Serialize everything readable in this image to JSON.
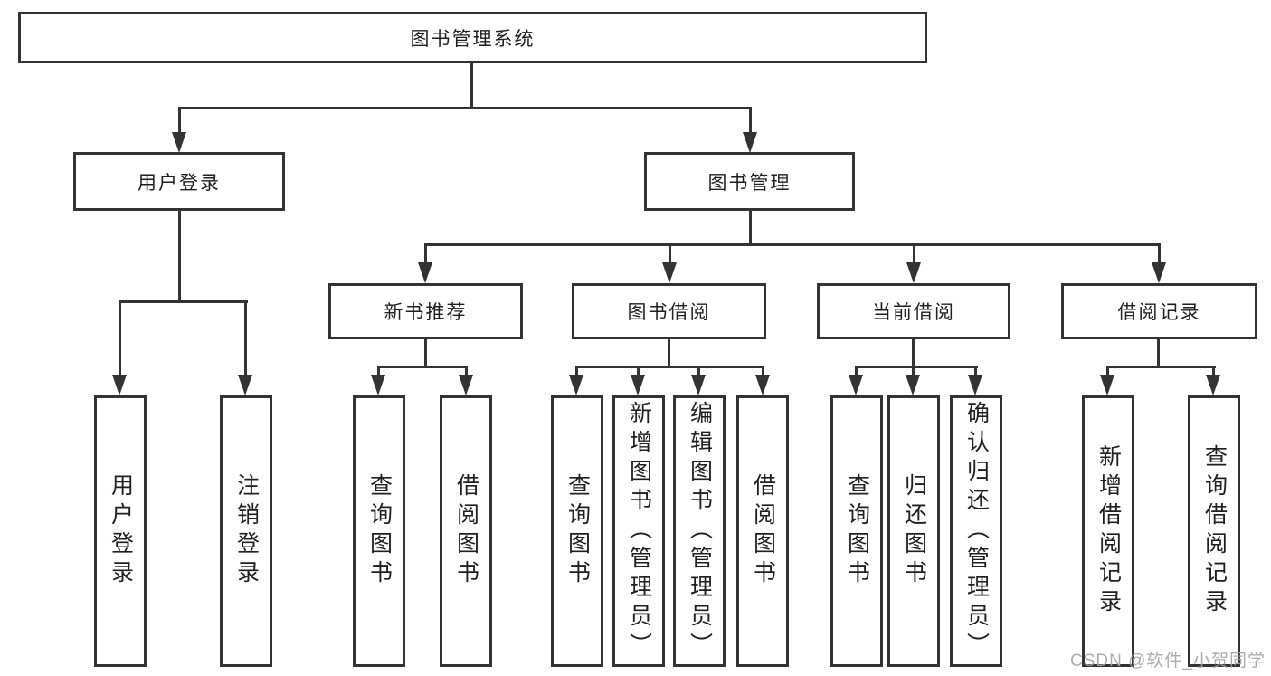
{
  "tree": {
    "root": "图书管理系统",
    "children": [
      {
        "label": "用户登录",
        "children": [
          {
            "label": "用户登录"
          },
          {
            "label": "注销登录"
          }
        ]
      },
      {
        "label": "图书管理",
        "children": [
          {
            "label": "新书推荐",
            "children": [
              {
                "label": "查询图书"
              },
              {
                "label": "借阅图书"
              }
            ]
          },
          {
            "label": "图书借阅",
            "children": [
              {
                "label": "查询图书"
              },
              {
                "label": "新增图书（管理员）"
              },
              {
                "label": "编辑图书（管理员）"
              },
              {
                "label": "借阅图书"
              }
            ]
          },
          {
            "label": "当前借阅",
            "children": [
              {
                "label": "查询图书"
              },
              {
                "label": "归还图书"
              },
              {
                "label": "确认归还（管理员）"
              }
            ]
          },
          {
            "label": "借阅记录",
            "children": [
              {
                "label": "新增借阅记录"
              },
              {
                "label": "查询借阅记录"
              }
            ]
          }
        ]
      }
    ]
  },
  "watermark": "CSDN @软件_小贺同学",
  "colors": {
    "line": "#333333",
    "box_border": "#333333",
    "text": "#1f1f1f",
    "watermark": "#a3a3a3",
    "background": "#ffffff"
  }
}
